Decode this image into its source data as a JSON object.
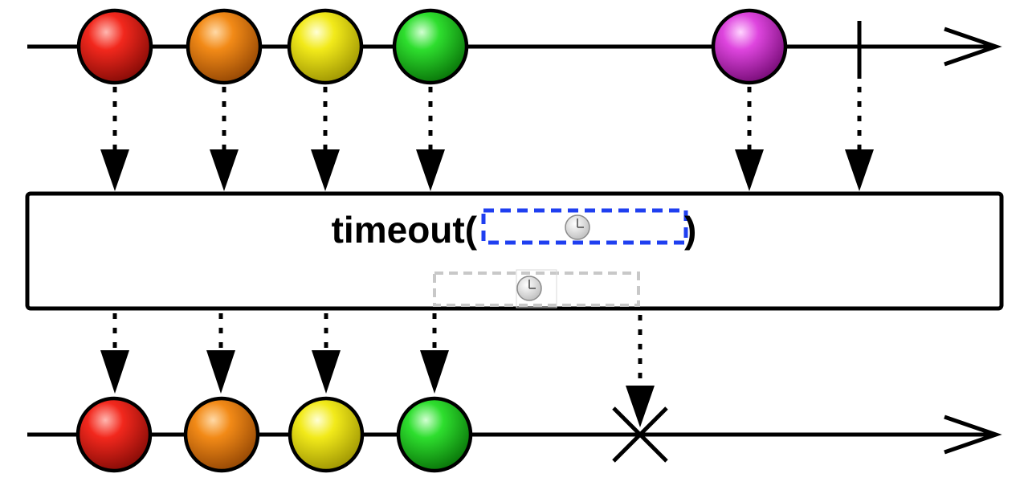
{
  "operator": {
    "name": "timeout",
    "open_paren": "(",
    "close_paren": ")"
  },
  "colors": {
    "red": "#e8231c",
    "orange": "#f08a17",
    "yellow": "#f2ea1a",
    "green": "#2fd62f",
    "magenta": "#d93ed9",
    "duration_box_stroke": "#1f3ff0",
    "inner_box_stroke": "#c8c8c8"
  },
  "icons": {
    "duration": "clock-icon"
  },
  "input_stream": {
    "items": [
      "red",
      "orange",
      "yellow",
      "green",
      "magenta"
    ],
    "ends_with": "completion"
  },
  "output_stream": {
    "items": [
      "red",
      "orange",
      "yellow",
      "green"
    ],
    "ends_with": "error"
  }
}
